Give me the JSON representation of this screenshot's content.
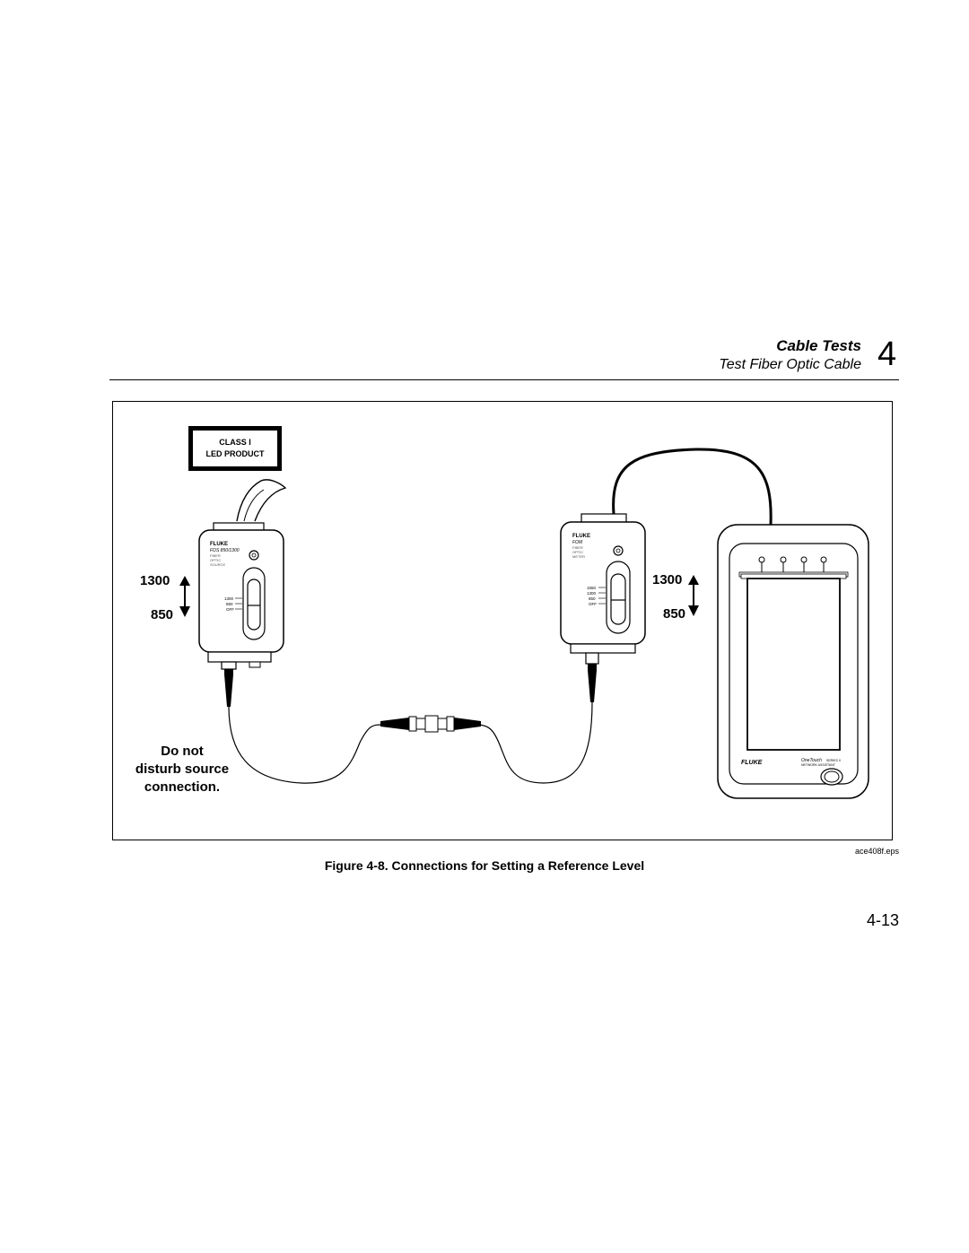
{
  "header": {
    "section_title": "Cable Tests",
    "subsection_title": "Test Fiber Optic Cable",
    "chapter_number": "4"
  },
  "figure": {
    "label": {
      "line1": "CLASS I",
      "line2": "LED PRODUCT"
    },
    "source": {
      "brand": "FLUKE",
      "model": "FOS 850/1300",
      "desc1": "FIBER",
      "desc2": "OPTIC",
      "desc3": "SOURCE",
      "switch1": "1300",
      "switch2": "850",
      "switch3": "OFF"
    },
    "meter": {
      "brand": "FLUKE",
      "model": "FOM",
      "desc1": "FIBER",
      "desc2": "OPTIC",
      "desc3": "METER",
      "switch1": "1550",
      "switch2": "1300",
      "switch3": "850",
      "switch4": "OFF"
    },
    "left_wavelength_high": "1300",
    "left_wavelength_low": "850",
    "right_wavelength_high": "1300",
    "right_wavelength_low": "850",
    "note_line1": "Do not",
    "note_line2": "disturb source",
    "note_line3": "connection.",
    "analyzer": {
      "brand": "FLUKE",
      "product": "OneTouch",
      "series": "SERIES II",
      "type": "NETWORK ASSISTANT"
    },
    "file_name": "ace408f.eps",
    "caption": "Figure 4-8. Connections for Setting a Reference Level"
  },
  "footer": {
    "page_number": "4-13"
  }
}
